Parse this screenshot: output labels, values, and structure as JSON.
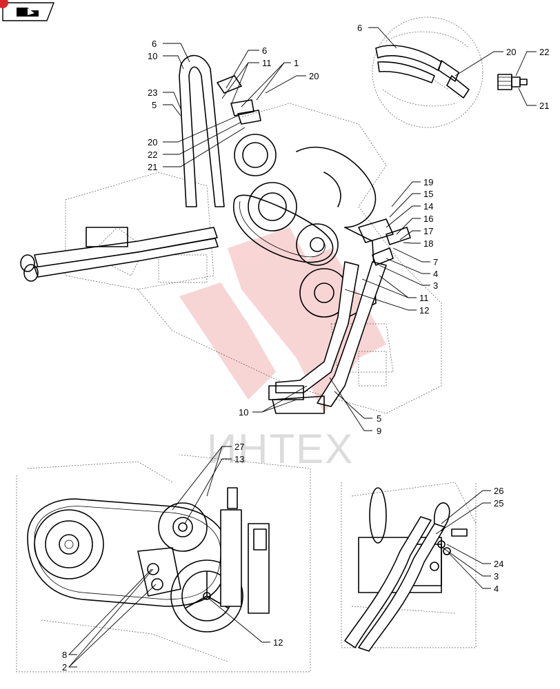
{
  "watermark": {
    "text": "ИНТЕХ",
    "logo_color": "#f4b3b3",
    "text_color": "#dcdcdc"
  },
  "corner_badge": {
    "icon": "book-arrow-icon",
    "accent": "#d9262c"
  },
  "callouts": {
    "main": [
      "6",
      "10",
      "6",
      "11",
      "1",
      "20",
      "23",
      "5",
      "20",
      "22",
      "21",
      "19",
      "15",
      "14",
      "16",
      "17",
      "18",
      "7",
      "4",
      "3",
      "11",
      "12",
      "10",
      "5",
      "9"
    ],
    "top_right": [
      "6",
      "20",
      "22",
      "21"
    ],
    "bottom_left": [
      "27",
      "13",
      "8",
      "2",
      "12"
    ],
    "bottom_right": [
      "26",
      "25",
      "24",
      "3",
      "4"
    ]
  }
}
